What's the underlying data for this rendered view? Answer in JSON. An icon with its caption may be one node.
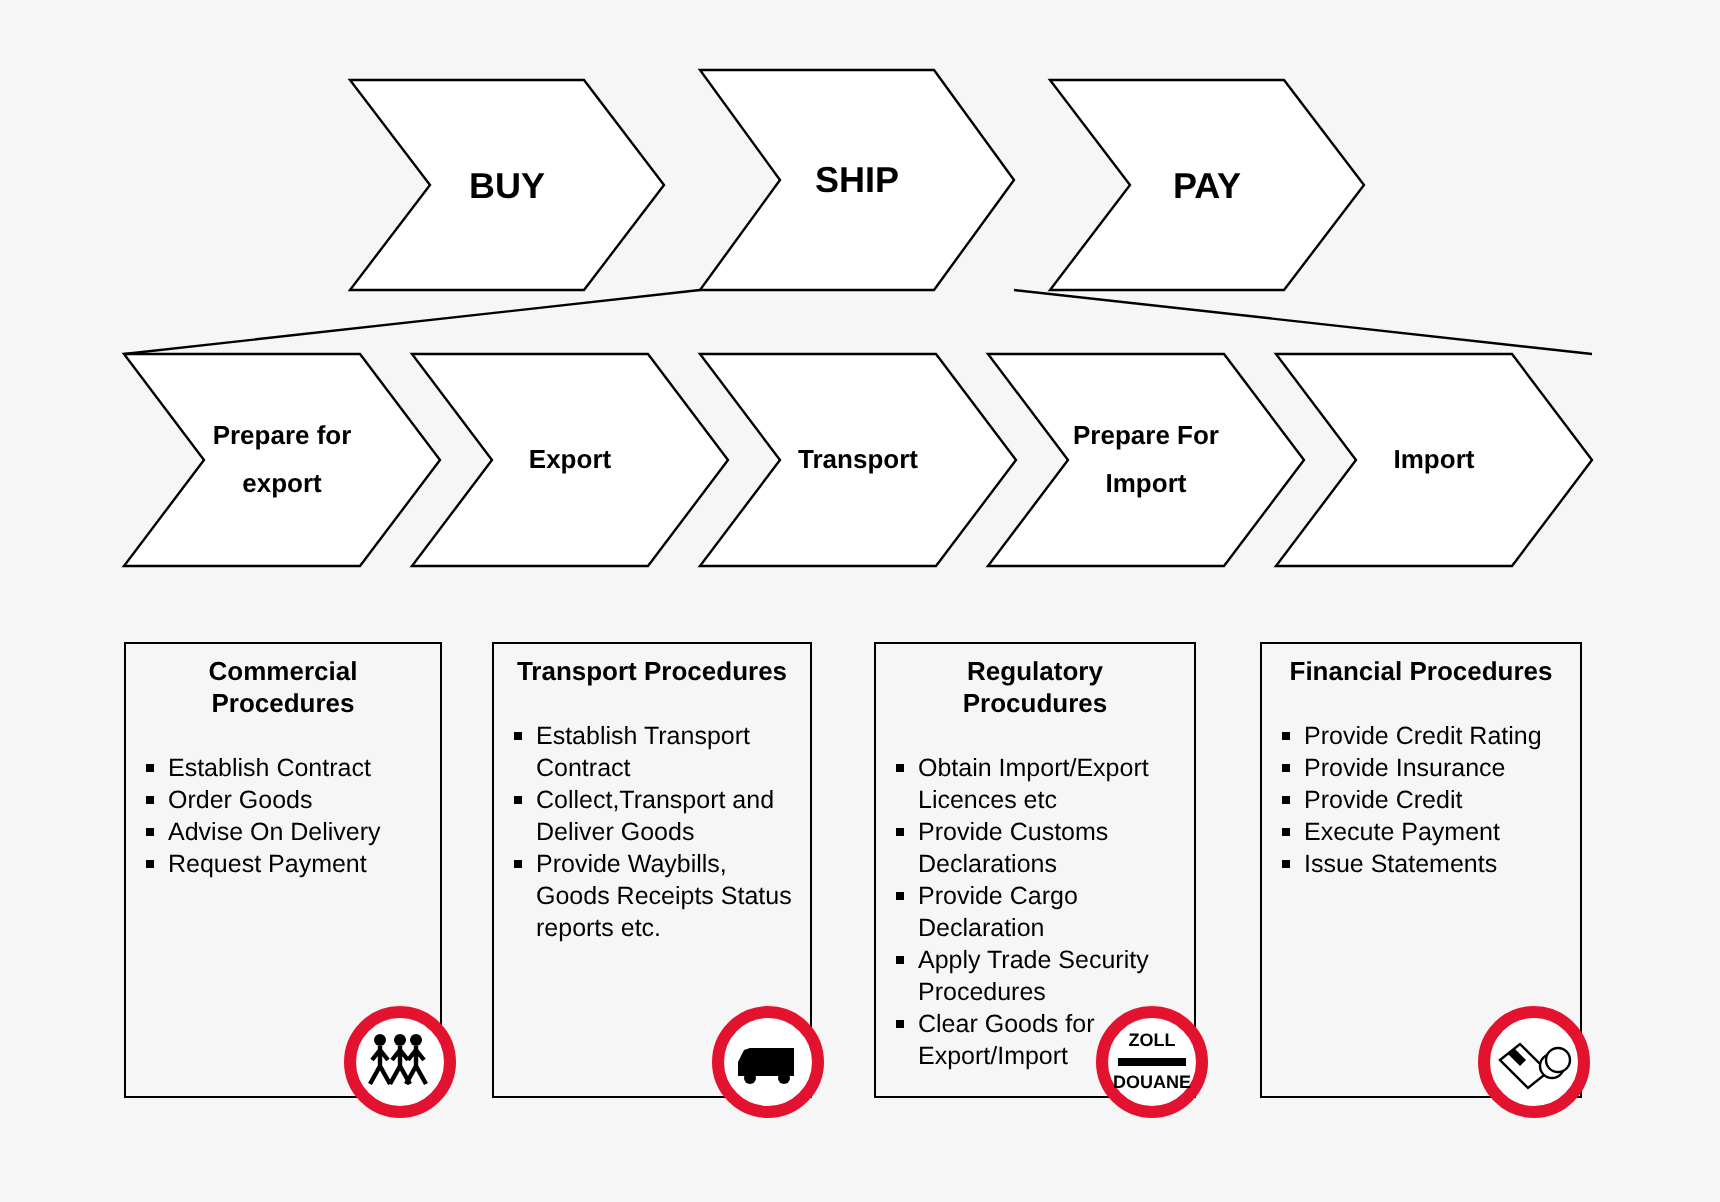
{
  "diagram": {
    "nodes": [
      {
        "text": [
          "BUY"
        ]
      },
      {
        "text": [
          "SHIP"
        ]
      },
      {
        "text": [
          "PAY"
        ]
      },
      {
        "text": [
          "Prepare for export"
        ]
      },
      {
        "text": [
          "Export"
        ]
      },
      {
        "text": [
          "Transport"
        ]
      },
      {
        "text": [
          "Prepare For Import"
        ]
      },
      {
        "text": [
          "Import"
        ]
      },
      {
        "text": [
          "Commercial Procedures",
          "Establish Contract",
          "Order Goods",
          "Advise On Delivery",
          "Request Payment"
        ]
      },
      {
        "text": [
          "Transport Procedures",
          "Establish Transport Contract",
          "Collect,Transport and Deliver Goods",
          "Provide Waybills, Goods Receipts Status reports etc."
        ]
      },
      {
        "text": [
          "Regulatory Procudures",
          "Obtain Import/Export Licences etc",
          "Provide Customs Declarations",
          "Provide Cargo Declaration",
          "Apply Trade Security Procedures",
          "Clear Goods for Export/Import"
        ]
      },
      {
        "text": [
          "Financial Procedures",
          "Provide Credit Rating",
          "Provide Insurance",
          "Provide Credit",
          "Execute Payment",
          "Issue Statements"
        ]
      }
    ],
    "labels": [
      "ZOLL",
      "DOUANE"
    ]
  }
}
